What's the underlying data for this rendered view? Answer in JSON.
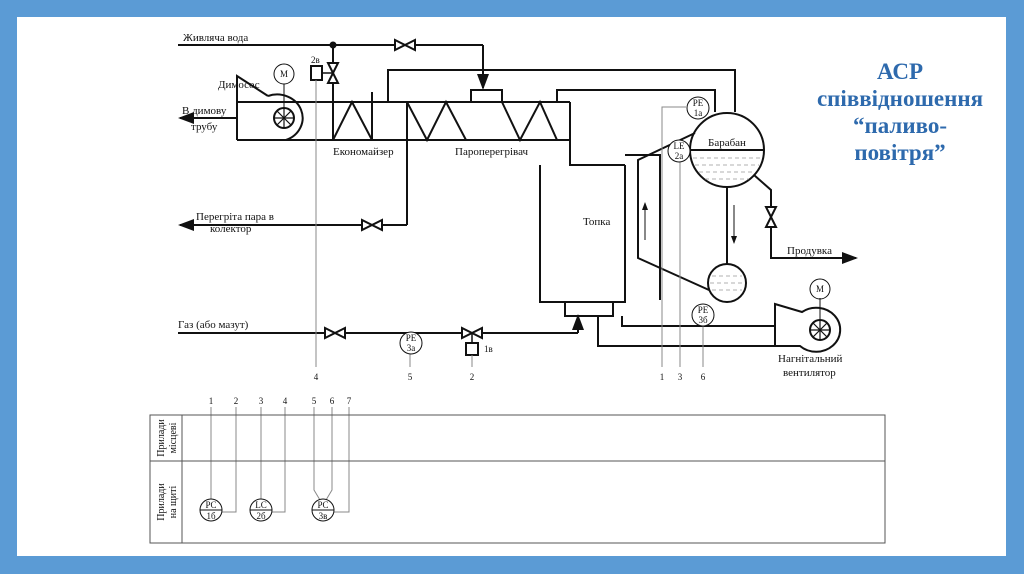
{
  "title": {
    "line1": "АСР",
    "line2": "співвідношення",
    "line3": "“паливо-",
    "line4": "повітря”",
    "color": "#2e6aad"
  },
  "frame_color": "#5b9bd5",
  "labels": {
    "feed_water": "Живляча вода",
    "smoke_exhauster": "Димосос",
    "to_chimney_1": "В димову",
    "to_chimney_2": "трубу",
    "economizer": "Економайзер",
    "superheater": "Пароперегрівач",
    "superheated_steam_1": "Перегріта пара в",
    "superheated_steam_2": "колектор",
    "furnace": "Топка",
    "drum": "Барабан",
    "blowdown": "Продувка",
    "gas": "Газ (або мазут)",
    "blower_1": "Нагнітальний",
    "blower_2": "вентилятор",
    "motor": "M",
    "actuator_2v": "2в",
    "actuator_1v": "1в"
  },
  "sensors": [
    {
      "id": "pe1a",
      "top": "PE",
      "bottom": "1а"
    },
    {
      "id": "le2a",
      "top": "LE",
      "bottom": "2а"
    },
    {
      "id": "pe3a",
      "top": "PE",
      "bottom": "3а"
    },
    {
      "id": "pe3b",
      "top": "PE",
      "bottom": "3б"
    }
  ],
  "line_numbers_top": [
    "4",
    "5",
    "2",
    "1",
    "3",
    "6"
  ],
  "table": {
    "row1_header_1": "Прилади",
    "row1_header_2": "місцеві",
    "row2_header_1": "Прилади",
    "row2_header_2": "на щиті",
    "column_numbers": [
      "1",
      "2",
      "3",
      "4",
      "5",
      "6",
      "7"
    ],
    "controllers": [
      {
        "id": "pc1b",
        "top": "PC",
        "bottom": "1б"
      },
      {
        "id": "lc2b",
        "top": "LC",
        "bottom": "2б"
      },
      {
        "id": "pc3v",
        "top": "PC",
        "bottom": "3в"
      }
    ]
  }
}
